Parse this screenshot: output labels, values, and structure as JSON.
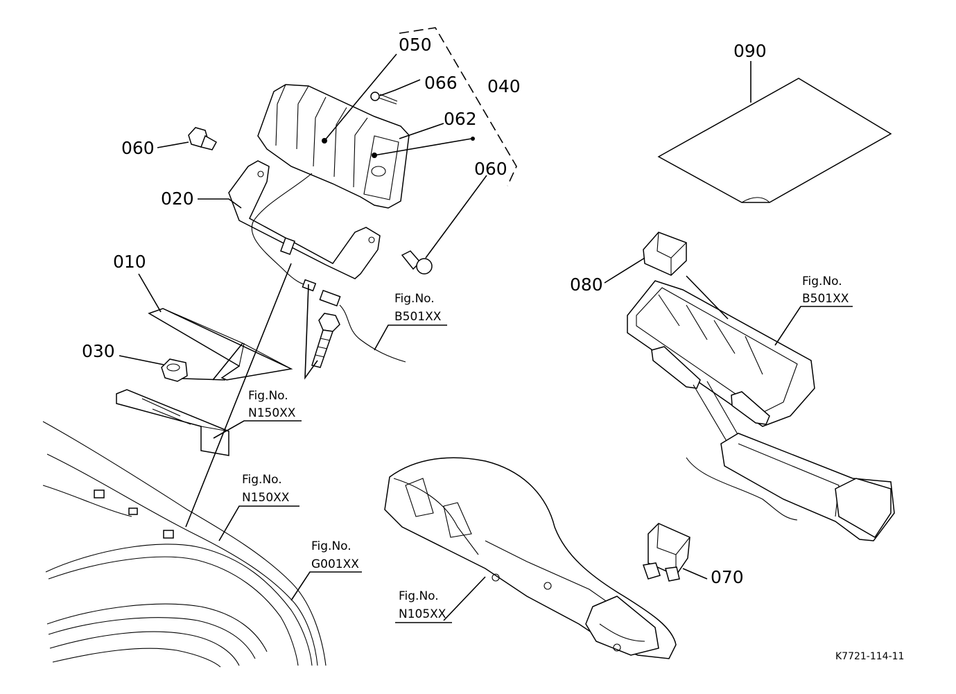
{
  "callouts": {
    "c010": "010",
    "c020": "020",
    "c030": "030",
    "c040": "040",
    "c050": "050",
    "c060a": "060",
    "c060b": "060",
    "c062": "062",
    "c066": "066",
    "c070": "070",
    "c080": "080",
    "c090": "090"
  },
  "fig_refs": {
    "b501_left": {
      "label": "Fig.No.",
      "number": "B501XX"
    },
    "b501_right": {
      "label": "Fig.No.",
      "number": "B501XX"
    },
    "n150_a": {
      "label": "Fig.No.",
      "number": "N150XX"
    },
    "n150_b": {
      "label": "Fig.No.",
      "number": "N150XX"
    },
    "g001": {
      "label": "Fig.No.",
      "number": "G001XX"
    },
    "n105": {
      "label": "Fig.No.",
      "number": "N105XX"
    }
  },
  "drawing_code": "K7721-114-11"
}
